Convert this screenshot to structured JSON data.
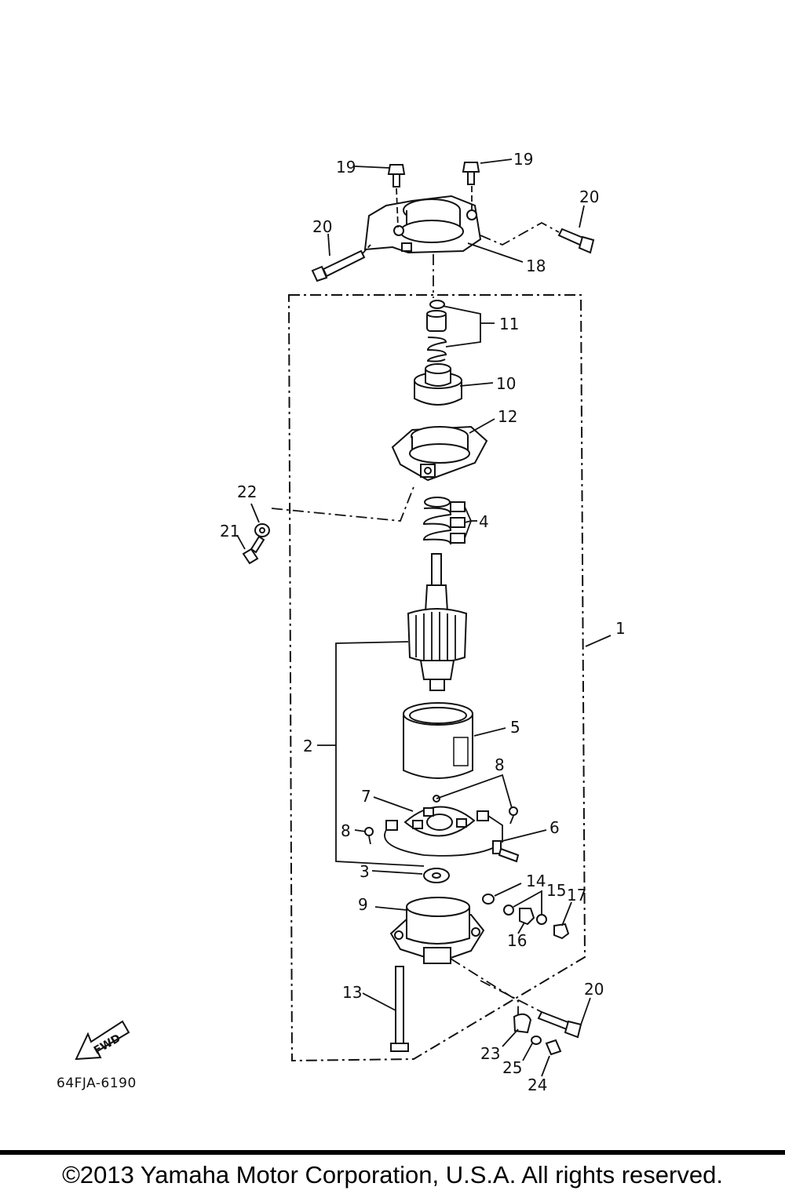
{
  "diagram_code": "64FJA-6190",
  "fwd_label": "FWD",
  "copyright": "©2013 Yamaha Motor Corporation, U.S.A. All rights reserved.",
  "callouts": {
    "c1": "1",
    "c2": "2",
    "c3": "3",
    "c4": "4",
    "c5": "5",
    "c6": "6",
    "c7": "7",
    "c8a": "8",
    "c8b": "8",
    "c9": "9",
    "c10": "10",
    "c11": "11",
    "c12": "12",
    "c13": "13",
    "c14": "14",
    "c15": "15",
    "c16": "16",
    "c17": "17",
    "c18": "18",
    "c19a": "19",
    "c19b": "19",
    "c20a": "20",
    "c20b": "20",
    "c20c": "20",
    "c21": "21",
    "c22": "22",
    "c23": "23",
    "c24": "24",
    "c25": "25"
  }
}
